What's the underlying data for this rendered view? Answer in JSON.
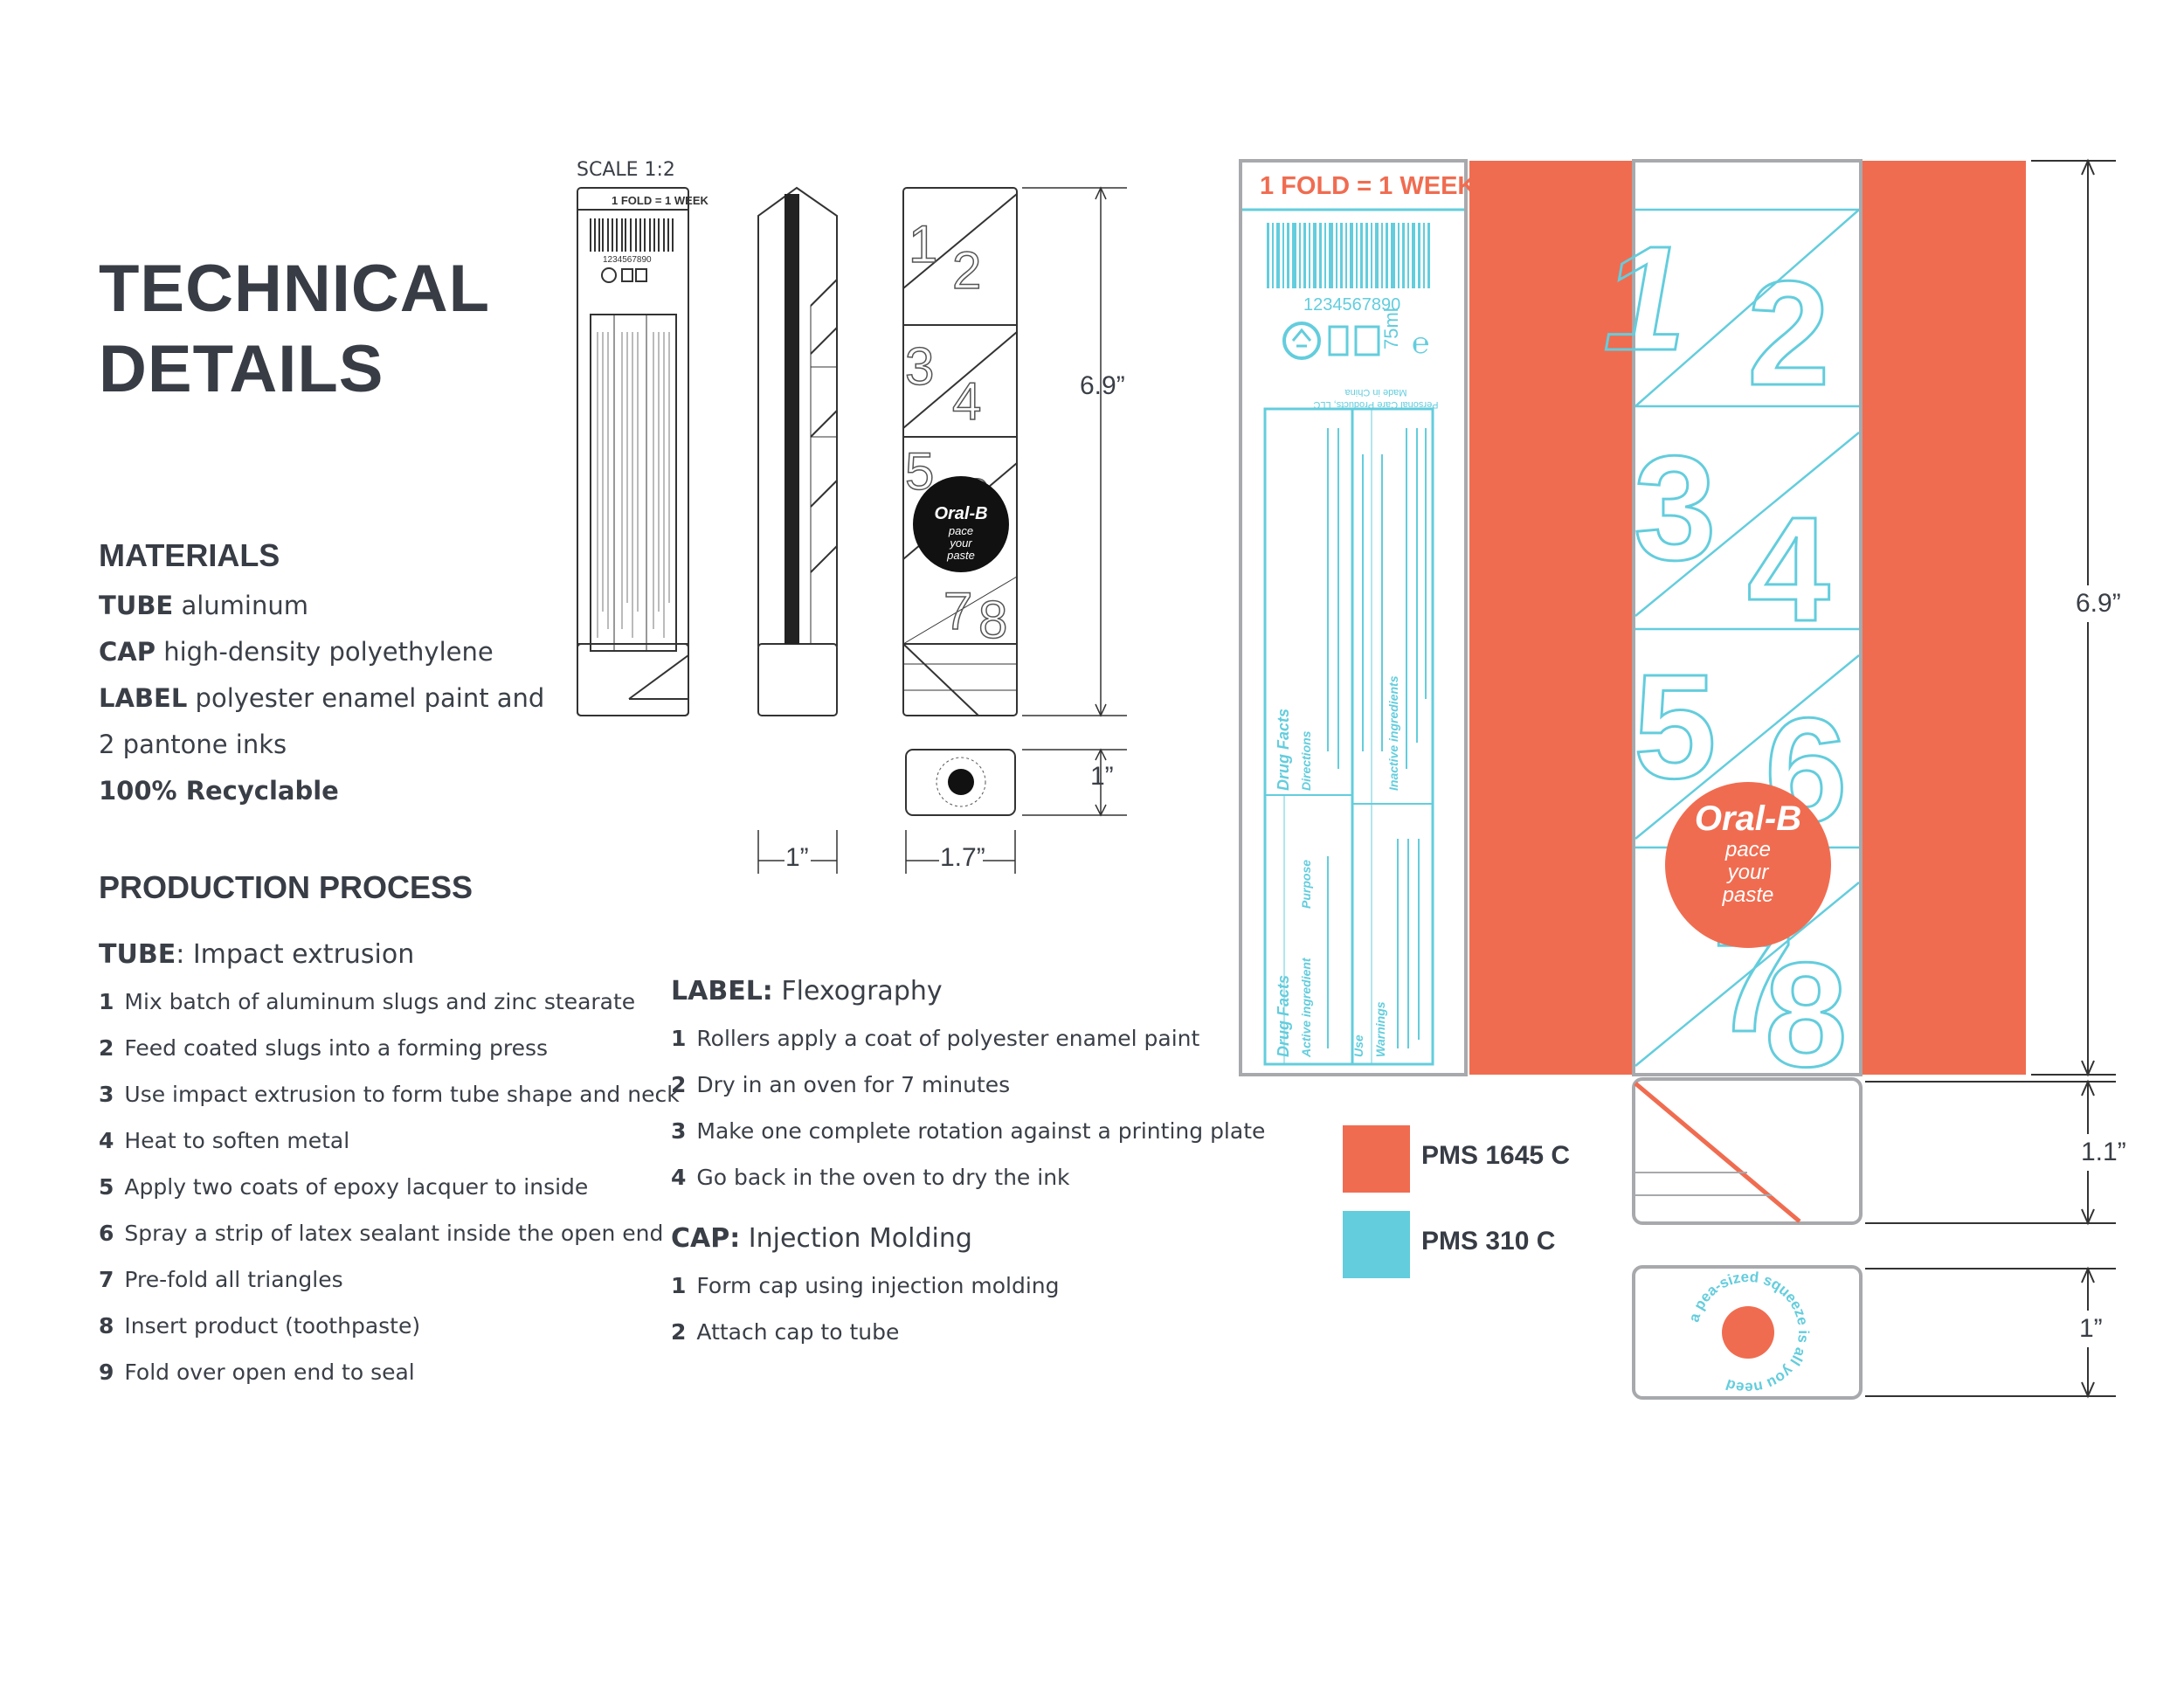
{
  "title": {
    "line1": "TECHNICAL",
    "line2": "DETAILS"
  },
  "materials": {
    "heading": "MATERIALS",
    "items": [
      {
        "key": "TUBE",
        "value": " aluminum"
      },
      {
        "key": "CAP",
        "value": " high-density polyethylene"
      },
      {
        "key": "LABEL",
        "value": " polyester enamel paint and"
      },
      {
        "key": "",
        "value": "2 pantone inks"
      },
      {
        "key": "100% Recyclable",
        "value": ""
      }
    ]
  },
  "production": {
    "heading": "PRODUCTION PROCESS",
    "tube": {
      "key": "TUBE",
      "value": ": Impact extrusion",
      "steps": [
        {
          "n": "1",
          "text": "Mix batch of aluminum slugs and zinc stearate"
        },
        {
          "n": "2",
          "text": "Feed coated slugs into a forming press"
        },
        {
          "n": "3",
          "text": "Use impact extrusion to form tube shape and neck"
        },
        {
          "n": "4",
          "text": "Heat to soften metal"
        },
        {
          "n": "5",
          "text": "Apply two coats of epoxy lacquer to inside"
        },
        {
          "n": "6",
          "text": "Spray a strip of latex sealant inside the open end"
        },
        {
          "n": "7",
          "text": "Pre-fold all triangles"
        },
        {
          "n": "8",
          "text": "Insert product (toothpaste)"
        },
        {
          "n": "9",
          "text": "Fold over open end to seal"
        }
      ]
    },
    "label": {
      "key": "LABEL:",
      "value": " Flexography",
      "steps": [
        {
          "n": "1",
          "text": "Rollers apply a coat of polyester enamel paint"
        },
        {
          "n": "2",
          "text": "Dry in an oven for 7 minutes"
        },
        {
          "n": "3",
          "text": "Make one complete rotation against a printing plate"
        },
        {
          "n": "4",
          "text": "Go back in the oven to dry the ink"
        }
      ]
    },
    "cap": {
      "key": "CAP:",
      "value": " Injection Molding",
      "steps": [
        {
          "n": "1",
          "text": "Form cap using injection molding"
        },
        {
          "n": "2",
          "text": "Attach cap to tube"
        }
      ]
    }
  },
  "drawing": {
    "scale": "SCALE 1:2",
    "fold_label": "1 FOLD = 1 WEEK",
    "barcode_number": "1234567890",
    "volume": "75ml",
    "brand": "Oral-B",
    "tagline1": "pace",
    "tagline2": "your",
    "tagline3": "paste",
    "cap_ring_text": "a pea-sized squeeze is all you need",
    "drug_facts": "Drug Facts",
    "active_ingredient": "Active ingredient",
    "purpose": "Purpose",
    "use": "Use",
    "warnings": "Warnings",
    "directions": "Directions",
    "inactive": "Inactive ingredients",
    "distributor": "Personal Care Products, LLC",
    "made_in": "Made in China",
    "dims": {
      "small_height": "6.9”",
      "small_cap": "1”",
      "small_width_side": "1”",
      "small_width_front": "1.7”",
      "large_height": "6.9”",
      "large_crimp": "1.1”",
      "large_cap": "1”"
    }
  },
  "pantone": [
    {
      "name": "PMS 1645 C",
      "color": "#f06c50"
    },
    {
      "name": "PMS 310 C",
      "color": "#63cddd"
    }
  ],
  "colors": {
    "orange": "#f06c50",
    "teal": "#63cddd",
    "grey": "#a7a9ac",
    "ink": "#373c45"
  }
}
